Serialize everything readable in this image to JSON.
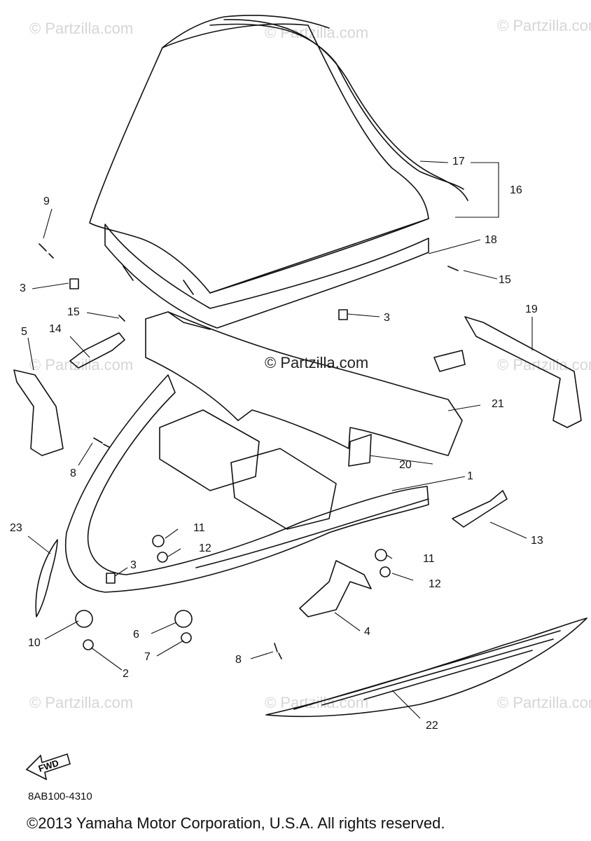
{
  "watermarks": {
    "text": "© Partzilla.com",
    "center_text": "© Partzilla.com"
  },
  "callouts": {
    "p1": "1",
    "p2": "2",
    "p3a": "3",
    "p3b": "3",
    "p3c": "3",
    "p4": "4",
    "p5": "5",
    "p6": "6",
    "p7": "7",
    "p8a": "8",
    "p8b": "8",
    "p9": "9",
    "p10": "10",
    "p11a": "11",
    "p11b": "11",
    "p12a": "12",
    "p12b": "12",
    "p13": "13",
    "p14": "14",
    "p15a": "15",
    "p15b": "15",
    "p16": "16",
    "p17": "17",
    "p18": "18",
    "p19": "19",
    "p20": "20",
    "p21": "21",
    "p22": "22",
    "p23": "23"
  },
  "fwd_label": "FWD",
  "diagram_code": "8AB100-4310",
  "copyright": "©2013 Yamaha Motor Corporation, U.S.A. All rights reserved."
}
